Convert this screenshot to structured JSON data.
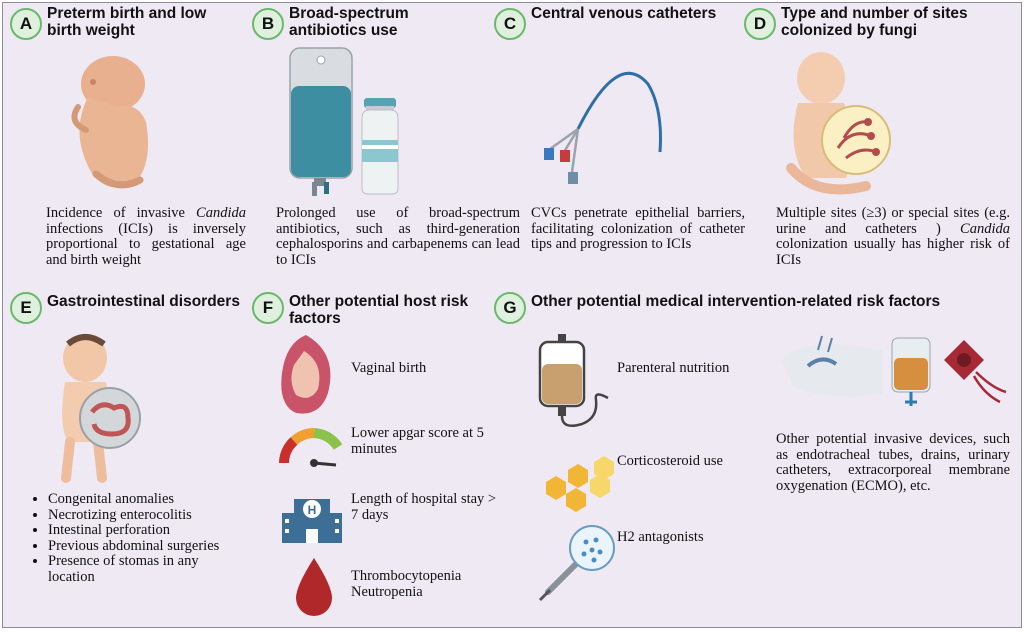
{
  "panels": {
    "a": {
      "letter": "A",
      "title": "Preterm birth and low birth weight",
      "desc_pre": "Incidence of invasive ",
      "desc_em": "Candida",
      "desc_post": " infections (ICIs) is inversely proportional to gestational age and birth weight"
    },
    "b": {
      "letter": "B",
      "title": "Broad-spectrum antibiotics use",
      "desc": "Prolonged use of broad-spectrum antibiotics, such as third-generation cephalosporins and carbapenems can lead to ICIs"
    },
    "c": {
      "letter": "C",
      "title": "Central venous catheters",
      "desc": "CVCs penetrate epithelial barriers, facilitating colonization of catheter tips and progression to ICIs"
    },
    "d": {
      "letter": "D",
      "title": "Type and number of sites colonized by fungi",
      "desc_pre": "Multiple sites (≥3) or special sites (e.g. urine and catheters ) ",
      "desc_em": "Candida",
      "desc_post": " colonization usually has higher risk of ICIs"
    },
    "e": {
      "letter": "E",
      "title": "Gastrointestinal disorders",
      "items": [
        "Congenital anomalies",
        "Necrotizing enterocolitis",
        "Intestinal perforation",
        "Previous abdominal surgeries",
        "Presence of stomas in any location"
      ]
    },
    "f": {
      "letter": "F",
      "title": "Other potential host risk factors",
      "items": [
        "Vaginal birth",
        "Lower apgar score at 5 minutes",
        "Length of hospital stay  > 7 days",
        "Thrombocytopenia Neutropenia"
      ]
    },
    "g": {
      "letter": "G",
      "title": "Other potential medical intervention-related risk factors",
      "items": [
        "Parenteral nutrition",
        "Corticosteroid use",
        "H2 antagonists"
      ],
      "devices": "Other potential invasive devices, such as endotracheal tubes, drains, urinary catheters, extracorporeal membrane oxygenation (ECMO), etc."
    }
  },
  "colors": {
    "badge_fill": "#dff0de",
    "badge_border": "#6ab96a",
    "background": "#efe9f4",
    "blood": "#b0282a",
    "hospital": "#3d6f96",
    "hexagon": "#f2b637"
  }
}
